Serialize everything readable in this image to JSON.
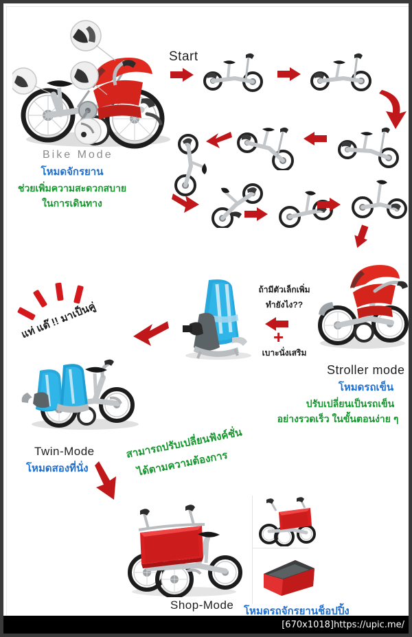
{
  "poster": {
    "title_bike_en": "Bike Mode",
    "title_stroller_en": "Stroller mode",
    "title_twin_en": "Twin-Mode",
    "title_shop_en": "Shop-Mode",
    "start_label": "Start"
  },
  "bike_mode": {
    "en": "Bike Mode",
    "th_title": "โหมดจักรยาน",
    "th_line1": "ช่วยเพิ่มความสะดวกสบาย",
    "th_line2": "ในการเดินทาง"
  },
  "stroller_mode": {
    "en": "Stroller mode",
    "th_title": "โหมดรถเข็น",
    "th_line1": "ปรับเปลี่ยนเป็นรถเข็น",
    "th_line2": "อย่างรวดเร็ว ในขั้นตอนง่าย ๆ"
  },
  "twin_mode": {
    "en": "Twin-Mode",
    "th_title": "โหมดสองที่นั่ง",
    "burst_text": "แท่ แต๊ !! มาเป็นคู่"
  },
  "shop_mode": {
    "en": "Shop-Mode",
    "th_title": "โหมดรถจักรยานช็อปปิ้ง"
  },
  "seat_note": {
    "th_line1": "ถ้ามีตัวเล็กเพิ่ม",
    "th_line2": "ทำยังไง??",
    "plus": "+",
    "th_caption": "เบาะนั่งเสริม"
  },
  "function_note": {
    "th_line1": "สามารถปรับเปลี่ยนฟังค์ชั่น",
    "th_line2": "ได้ตามความต้องการ"
  },
  "footer": {
    "text": "[670x1018]https://upic.me/"
  },
  "colors": {
    "red": "#c0171b",
    "canopy_red": "#e02a20",
    "blue_text": "#1f6fd0",
    "green_text": "#17962f",
    "gray_text": "#8a8a8a",
    "seat_blue": "#29a8dc",
    "frame_silver": "#c9ccce"
  }
}
